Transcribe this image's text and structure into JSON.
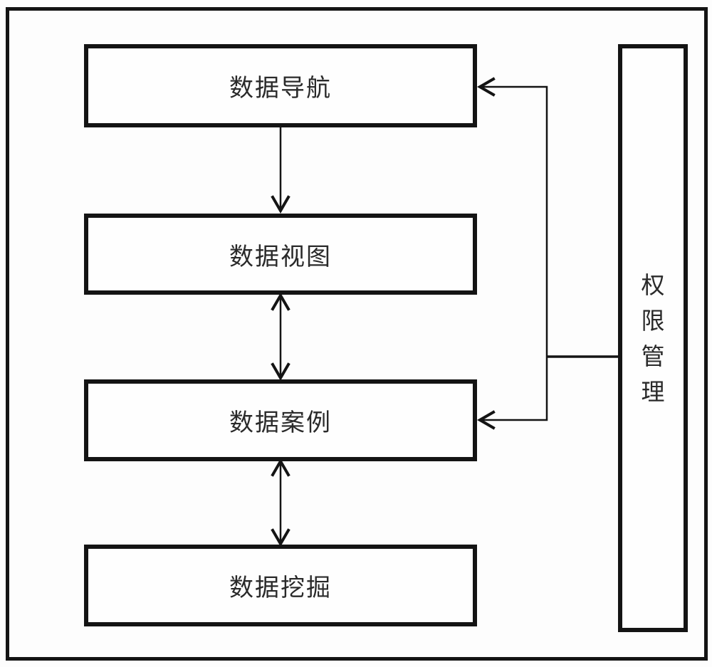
{
  "diagram": {
    "boxes": [
      {
        "id": "data-navigation",
        "label": "数据导航"
      },
      {
        "id": "data-view",
        "label": "数据视图"
      },
      {
        "id": "data-case",
        "label": "数据案例"
      },
      {
        "id": "data-mining",
        "label": "数据挖掘"
      }
    ],
    "side_box": {
      "id": "permission-management",
      "label": "权限管理",
      "chars": {
        "0": "权",
        "1": "限",
        "2": "管",
        "3": "理"
      }
    },
    "connections": [
      "data-navigation -> data-view (one-way down)",
      "data-view <-> data-case (two-way)",
      "data-case <-> data-mining (two-way)",
      "permission-management -> data-navigation (arrow into right side)",
      "permission-management -> data-case (arrow into right side)"
    ],
    "colors": {
      "line": "#141414",
      "text": "#2a2a2a",
      "background": "#fdfdfd"
    }
  }
}
